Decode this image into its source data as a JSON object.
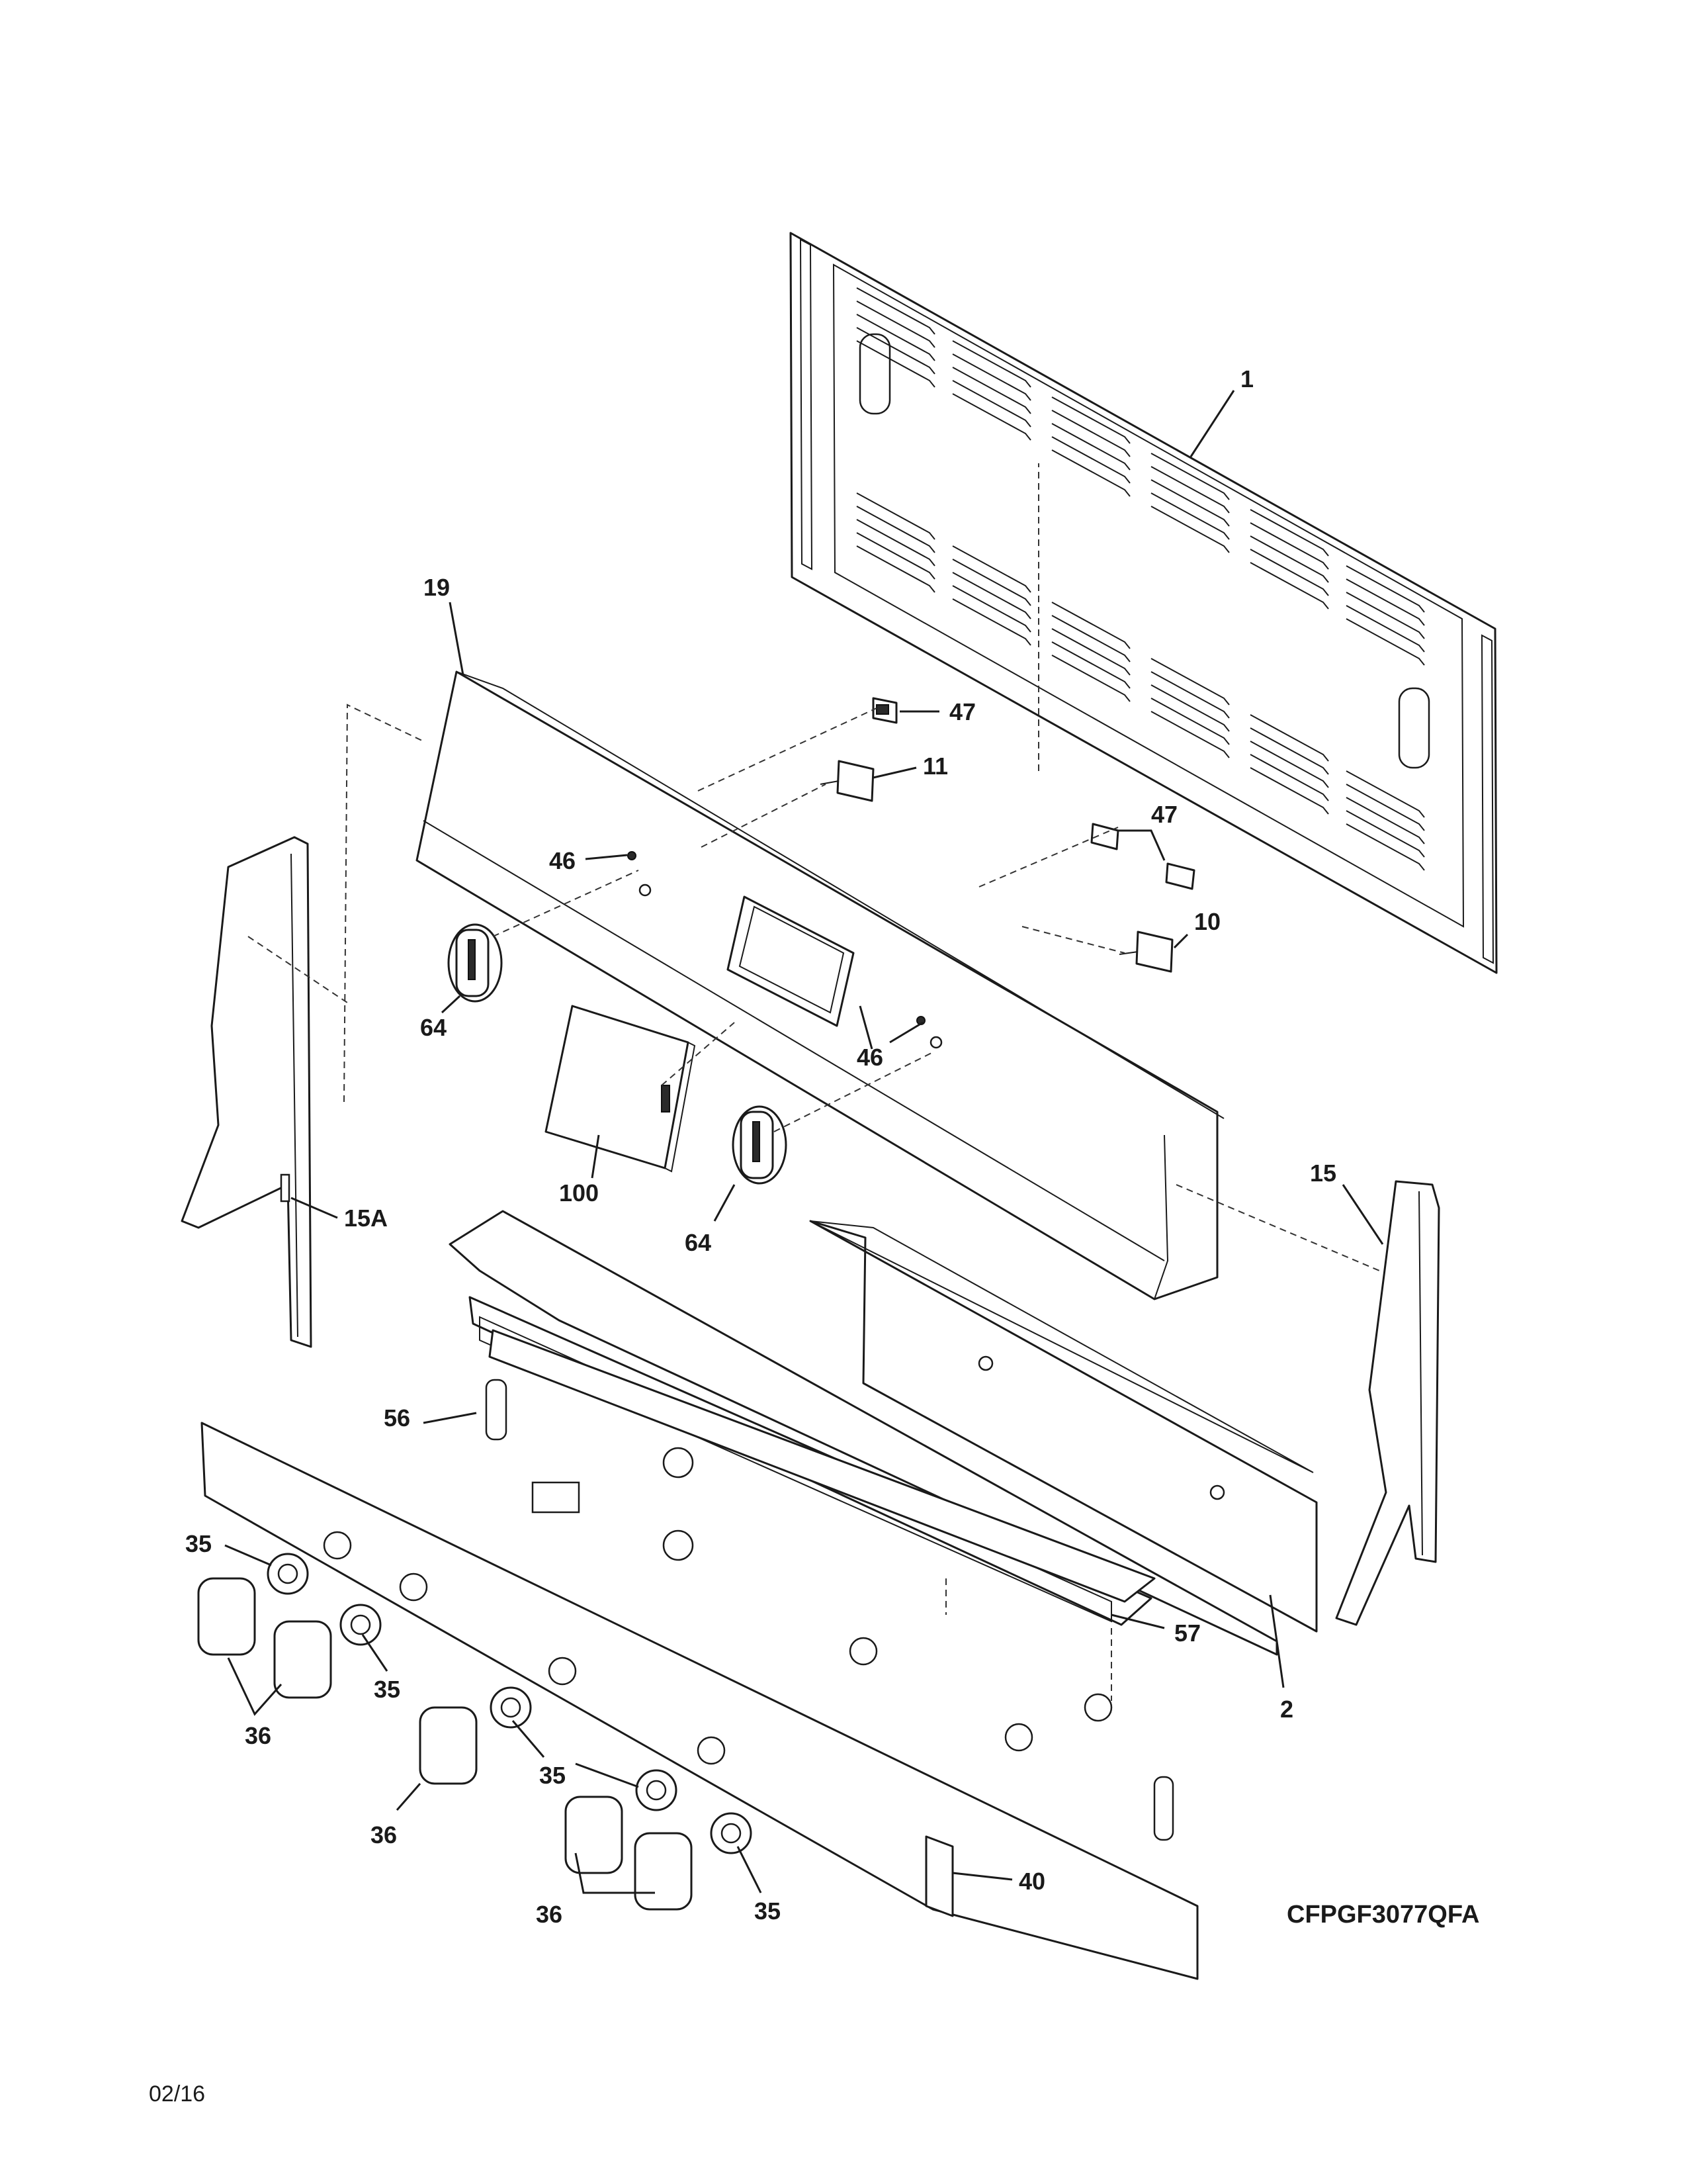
{
  "diagram": {
    "model_number": "CFPGF3077QFA",
    "revision_date": "02/16",
    "callouts": {
      "c1": "1",
      "c19": "19",
      "c47a": "47",
      "c11": "11",
      "c46a": "46",
      "c47b": "47",
      "c10": "10",
      "c46b": "46",
      "c64a": "64",
      "c100": "100",
      "c64b": "64",
      "c15": "15",
      "c15A": "15A",
      "c56": "56",
      "c57": "57",
      "c2": "2",
      "c35a": "35",
      "c35b": "35",
      "c35c": "35",
      "c35d": "35",
      "c36a": "36",
      "c36b": "36",
      "c36c": "36",
      "c40": "40"
    }
  }
}
